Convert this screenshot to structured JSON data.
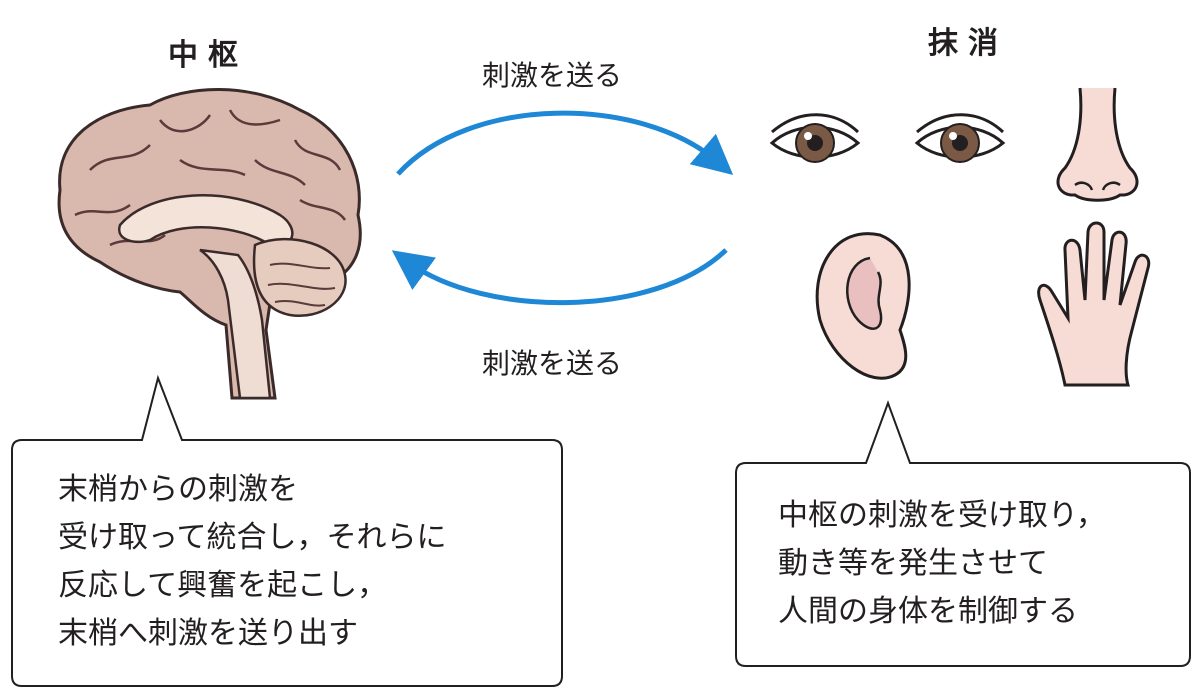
{
  "central": {
    "heading": "中枢",
    "callout_lines": [
      "末梢からの刺激を",
      "受け取って統合し，それらに",
      "反応して興奮を起こし，",
      "末梢へ刺激を送り出す"
    ]
  },
  "peripheral": {
    "heading": "抹消",
    "callout_lines": [
      "中枢の刺激を受け取り，",
      "動き等を発生させて",
      "人間の身体を制御する"
    ]
  },
  "arrows": {
    "top_label": "刺激を送る",
    "bottom_label": "刺激を送る",
    "color": "#1e88d6"
  },
  "icons": [
    "brain-icon",
    "eye-icon",
    "nose-icon",
    "ear-icon",
    "hand-icon"
  ]
}
